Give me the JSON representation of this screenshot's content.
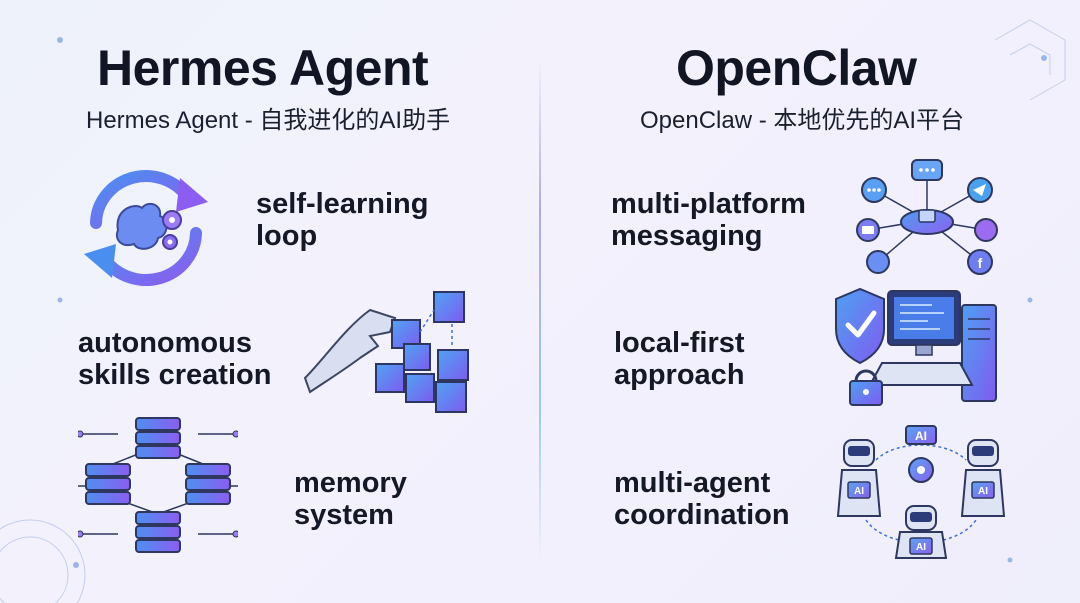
{
  "left": {
    "title": "Hermes Agent",
    "subtitle": "Hermes Agent - 自我进化的AI助手",
    "features": [
      {
        "line1": "self-learning",
        "line2": "loop"
      },
      {
        "line1": "autonomous",
        "line2": "skills creation"
      },
      {
        "line1": "memory",
        "line2": "system"
      }
    ]
  },
  "right": {
    "title": "OpenClaw",
    "subtitle": "OpenClaw - 本地优先的AI平台",
    "features": [
      {
        "line1": "multi-platform",
        "line2": "messaging"
      },
      {
        "line1": "local-first",
        "line2": "approach"
      },
      {
        "line1": "multi-agent",
        "line2": "coordination"
      }
    ]
  },
  "icons": {
    "ai_label": "AI"
  },
  "colors": {
    "accent_purple": "#7b5cf0",
    "accent_blue": "#3f8ee8",
    "text_dark": "#121624"
  }
}
